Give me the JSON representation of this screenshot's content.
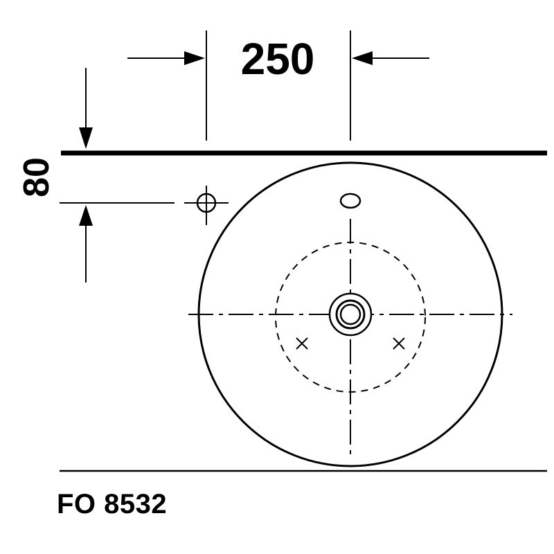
{
  "drawing": {
    "dimension_horizontal": "250",
    "dimension_vertical": "80",
    "model_label": "FO 8532"
  },
  "colors": {
    "ink": "#000000",
    "background": "#ffffff"
  }
}
